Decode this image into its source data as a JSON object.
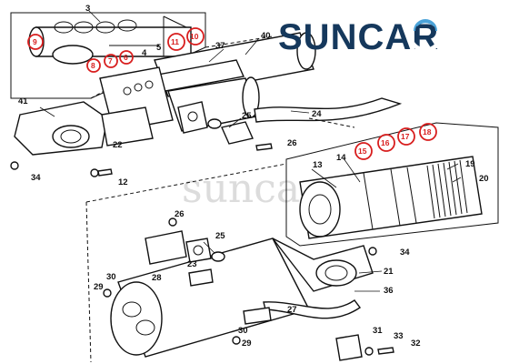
{
  "brand": {
    "name": "SUNCAR",
    "accent": "#15385c",
    "highlight": "#d81e1e"
  },
  "watermark": "suncar",
  "labels": [
    {
      "text": "3"
    },
    {
      "text": "40"
    },
    {
      "text": "37"
    },
    {
      "text": "4"
    },
    {
      "text": "5"
    },
    {
      "text": "41"
    },
    {
      "text": "25"
    },
    {
      "text": "24"
    },
    {
      "text": "26"
    },
    {
      "text": "22"
    },
    {
      "text": "34"
    },
    {
      "text": "12"
    },
    {
      "text": "13"
    },
    {
      "text": "14"
    },
    {
      "text": "19"
    },
    {
      "text": "20"
    },
    {
      "text": "26"
    },
    {
      "text": "25"
    },
    {
      "text": "23"
    },
    {
      "text": "34"
    },
    {
      "text": "21"
    },
    {
      "text": "28"
    },
    {
      "text": "30"
    },
    {
      "text": "29"
    },
    {
      "text": "36"
    },
    {
      "text": "27"
    },
    {
      "text": "30"
    },
    {
      "text": "29"
    },
    {
      "text": "31"
    },
    {
      "text": "33"
    },
    {
      "text": "32"
    }
  ],
  "highlighted_labels": [
    {
      "text": "9"
    },
    {
      "text": "8"
    },
    {
      "text": "7"
    },
    {
      "text": "6"
    },
    {
      "text": "11"
    },
    {
      "text": "10"
    },
    {
      "text": "15"
    },
    {
      "text": "16"
    },
    {
      "text": "17"
    },
    {
      "text": "18"
    }
  ]
}
